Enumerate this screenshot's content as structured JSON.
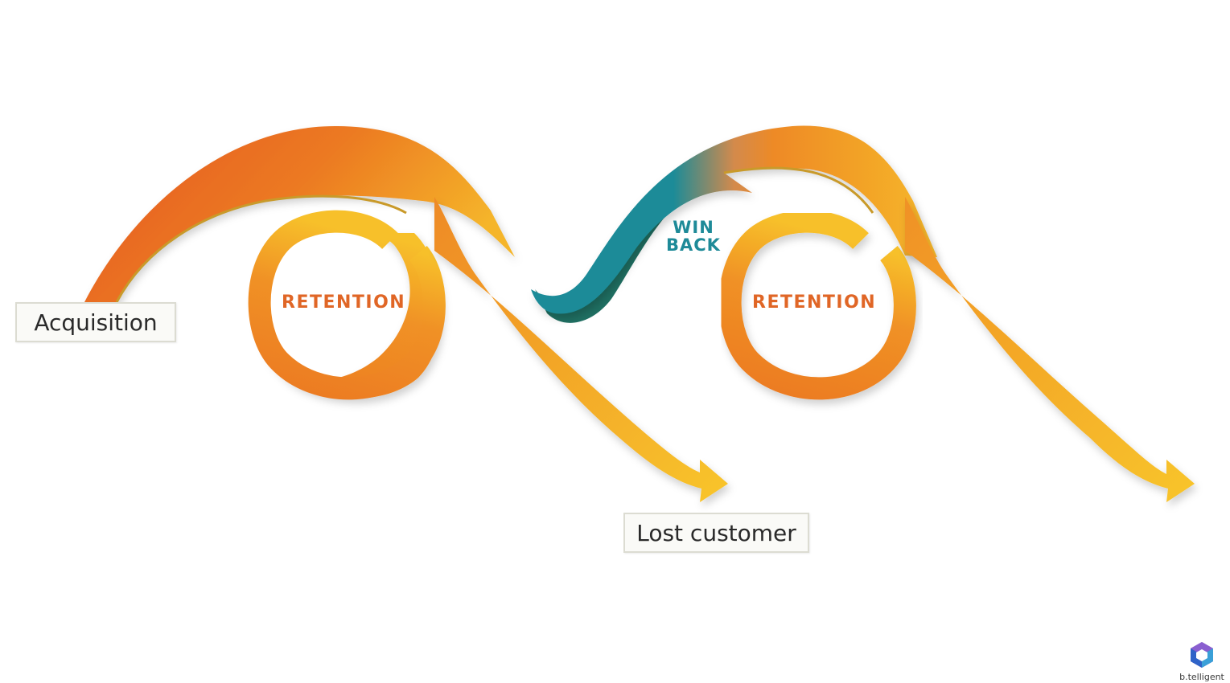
{
  "labels": {
    "acquisition": "Acquisition",
    "lost_customer": "Lost customer",
    "retention_1": "RETENTION",
    "retention_2": "RETENTION",
    "win_back_line1": "WIN",
    "win_back_line2": "BACK"
  },
  "logo": {
    "name": "b.telligent",
    "icon": "cube-logo-icon"
  },
  "colors": {
    "orange_dark": "#e5581f",
    "orange": "#ee8a25",
    "yellow": "#f7c02a",
    "teal": "#1b8b98",
    "teal_dark": "#1f6f62",
    "text_orange": "#e06626",
    "text_teal": "#1e8a98"
  }
}
